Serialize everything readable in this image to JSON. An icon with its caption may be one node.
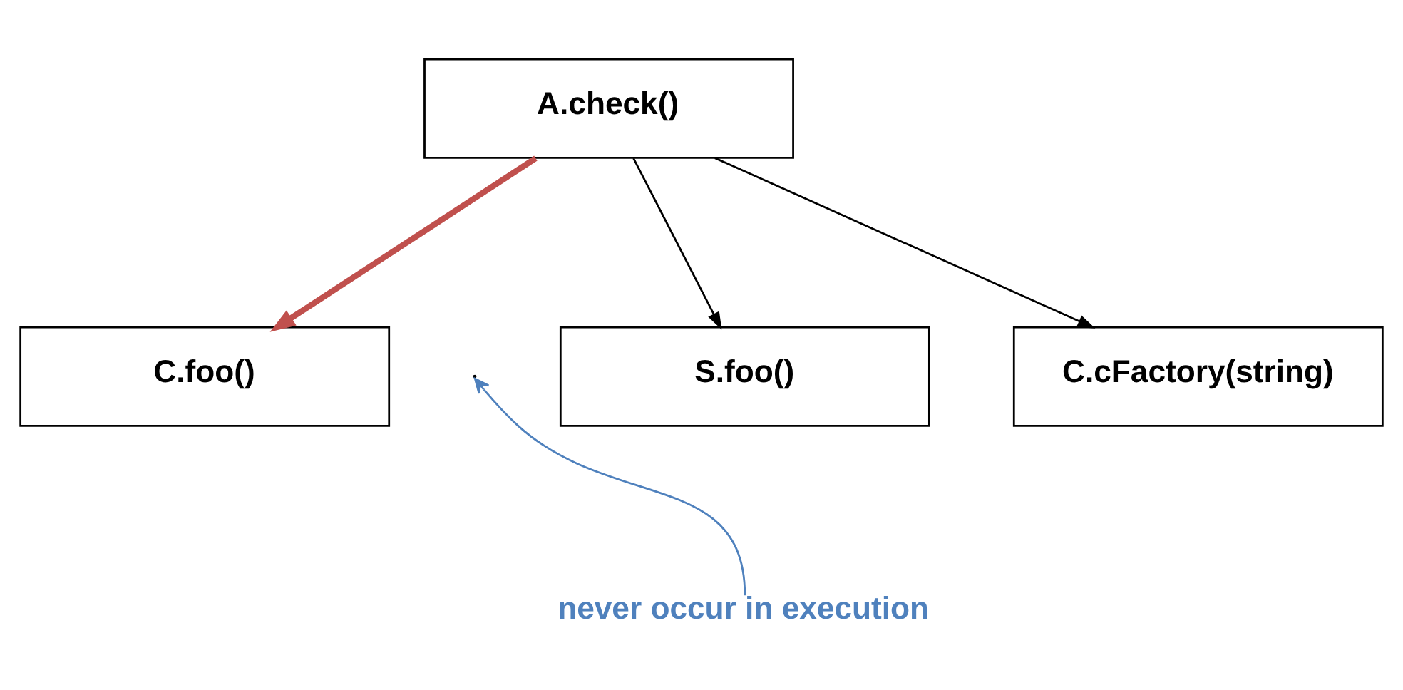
{
  "diagram": {
    "nodes": [
      {
        "text": [
          "A.check()"
        ]
      },
      {
        "text": [
          "C.foo()"
        ]
      },
      {
        "text": [
          "S.foo()"
        ]
      },
      {
        "text": [
          "C.cFactory(string)"
        ]
      },
      {
        "text": [
          "never occur in execution"
        ]
      }
    ],
    "edges": [
      {
        "from": 0,
        "to": 1,
        "arrow": "to",
        "style": "thick",
        "color": "#c0504d"
      },
      {
        "from": 0,
        "to": 2,
        "arrow": "to"
      },
      {
        "from": 0,
        "to": 3,
        "arrow": "to"
      },
      {
        "from": 4,
        "to": null,
        "arrow": "to",
        "color": "#4f81bd"
      }
    ]
  }
}
